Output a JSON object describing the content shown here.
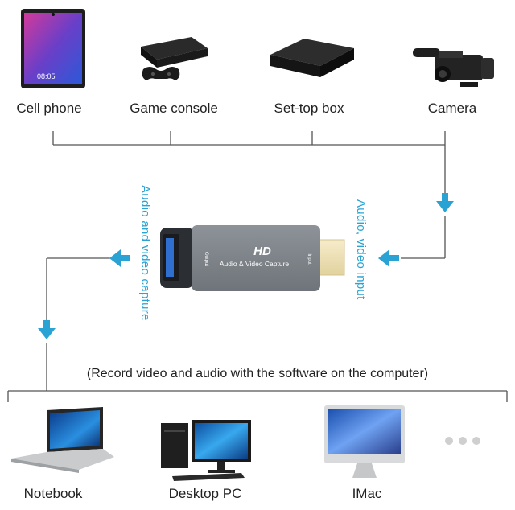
{
  "sources": [
    {
      "label": "Cell phone",
      "icon": "cell-phone-icon",
      "screen_time": "08:05"
    },
    {
      "label": "Game console",
      "icon": "game-console-icon"
    },
    {
      "label": "Set-top box",
      "icon": "set-top-box-icon"
    },
    {
      "label": "Camera",
      "icon": "camera-icon"
    }
  ],
  "device": {
    "brand": "HD",
    "name": "Audio & Video Capture",
    "port_output": "Output",
    "port_input": "Input"
  },
  "left_caption": "Audio and video capture",
  "right_caption": "Audio, video input",
  "note": "(Record video and audio with the software on the computer)",
  "destinations": [
    {
      "label": "Notebook",
      "icon": "notebook-icon"
    },
    {
      "label": "Desktop PC",
      "icon": "desktop-pc-icon"
    },
    {
      "label": "IMac",
      "icon": "imac-icon"
    }
  ],
  "more_icon": "more-dots-icon",
  "colors": {
    "accent": "#2aa3d4",
    "line": "#555555",
    "device": "#7e8489"
  }
}
